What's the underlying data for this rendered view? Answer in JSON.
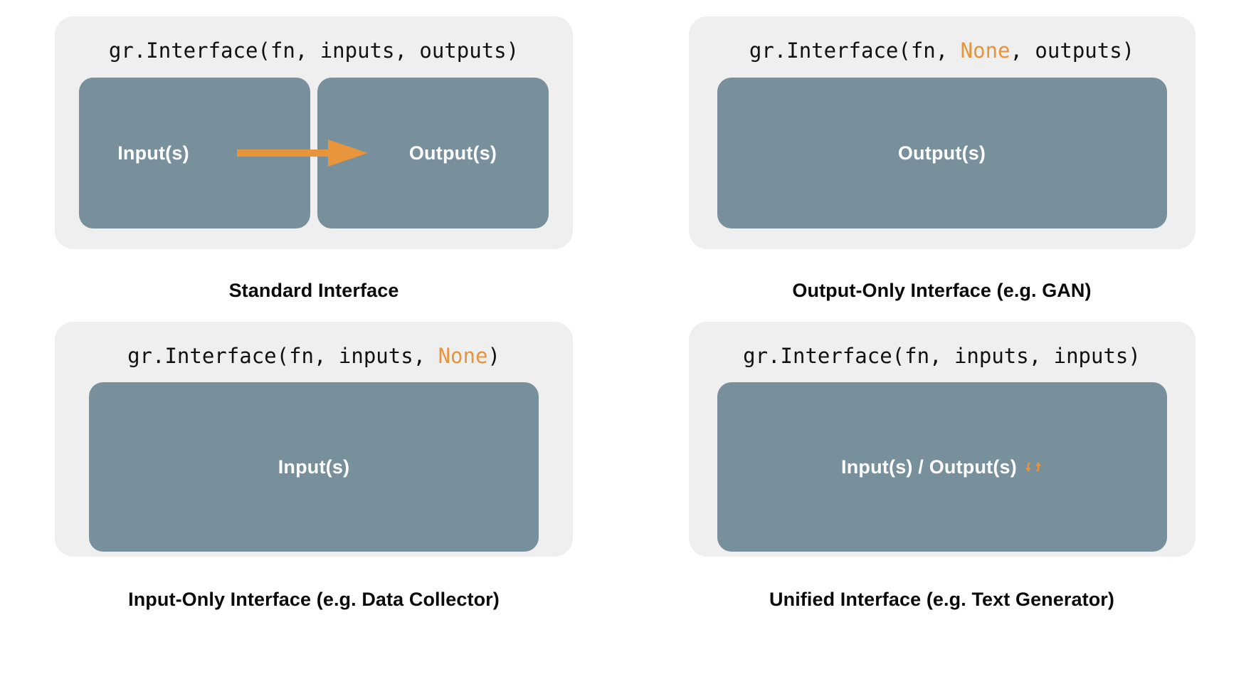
{
  "figure": {
    "title": "Gradio Interface configurations",
    "background_color": "#FFFFFF",
    "panel_color": "#EFEFEF",
    "box_color": "#78909C",
    "accent_color": "#E8943A",
    "text_color": "#0A0A0A",
    "box_text_color": "#FFFFFF"
  },
  "panels": [
    {
      "id": "standard",
      "code": {
        "prefix": "gr.Interface(fn, inputs, outputs)",
        "part1": "gr.Interface(fn, inputs, outputs)",
        "none_token": "",
        "part2": ""
      },
      "boxes": [
        {
          "label": "Input(s)",
          "name": "input-box"
        },
        {
          "label": "Output(s)",
          "name": "output-box"
        }
      ],
      "arrow": {
        "present": "yes",
        "direction": "left-to-right",
        "color": "#E8943A"
      },
      "icon": "",
      "caption": "Standard Interface"
    },
    {
      "id": "output-only",
      "code": {
        "part1": "gr.Interface(fn, ",
        "none_token": "None",
        "part2": ", outputs)"
      },
      "boxes": [
        {
          "label": "Output(s)",
          "name": "output-box"
        }
      ],
      "arrow": {
        "present": "no"
      },
      "icon": "",
      "caption": "Output-Only Interface (e.g. GAN)"
    },
    {
      "id": "input-only",
      "code": {
        "part1": "gr.Interface(fn, inputs, ",
        "none_token": "None",
        "part2": ")"
      },
      "boxes": [
        {
          "label": "Input(s)",
          "name": "input-box"
        }
      ],
      "arrow": {
        "present": "no"
      },
      "icon": "",
      "caption": "Input-Only Interface (e.g. Data Collector)"
    },
    {
      "id": "unified",
      "code": {
        "part1": "gr.Interface(fn, inputs, inputs)",
        "none_token": "",
        "part2": ""
      },
      "boxes": [
        {
          "label": "Input(s) / Output(s)",
          "name": "input-output-box"
        }
      ],
      "arrow": {
        "present": "no"
      },
      "icon": "circular-arrows-icon",
      "caption": "Unified Interface (e.g. Text Generator)"
    }
  ]
}
